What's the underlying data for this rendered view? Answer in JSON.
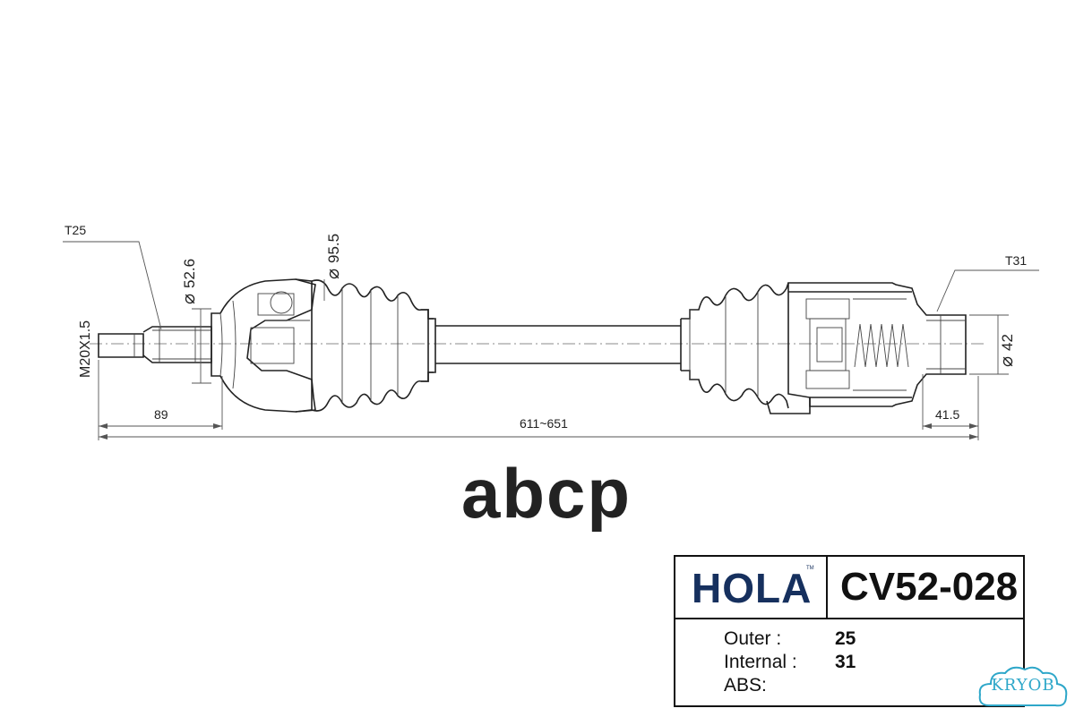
{
  "diagram": {
    "labels": {
      "t_left": "T25",
      "t_right": "T31",
      "thread": "M20X1.5",
      "dia_small": "52.6",
      "dia_large": "95.5",
      "dia_right": "42",
      "dim_left": "89",
      "dim_total": "611~651",
      "dim_right": "41.5"
    },
    "watermark": "abcp"
  },
  "spec": {
    "brand": "HOLA",
    "trademark": "TM",
    "part_number": "CV52-028",
    "rows": [
      {
        "label": "Outer :",
        "value": "25"
      },
      {
        "label": "Internal :",
        "value": "31"
      },
      {
        "label": "ABS:",
        "value": ""
      }
    ]
  },
  "badge": {
    "text": "KRYOB",
    "color": "#2ea7c9"
  }
}
